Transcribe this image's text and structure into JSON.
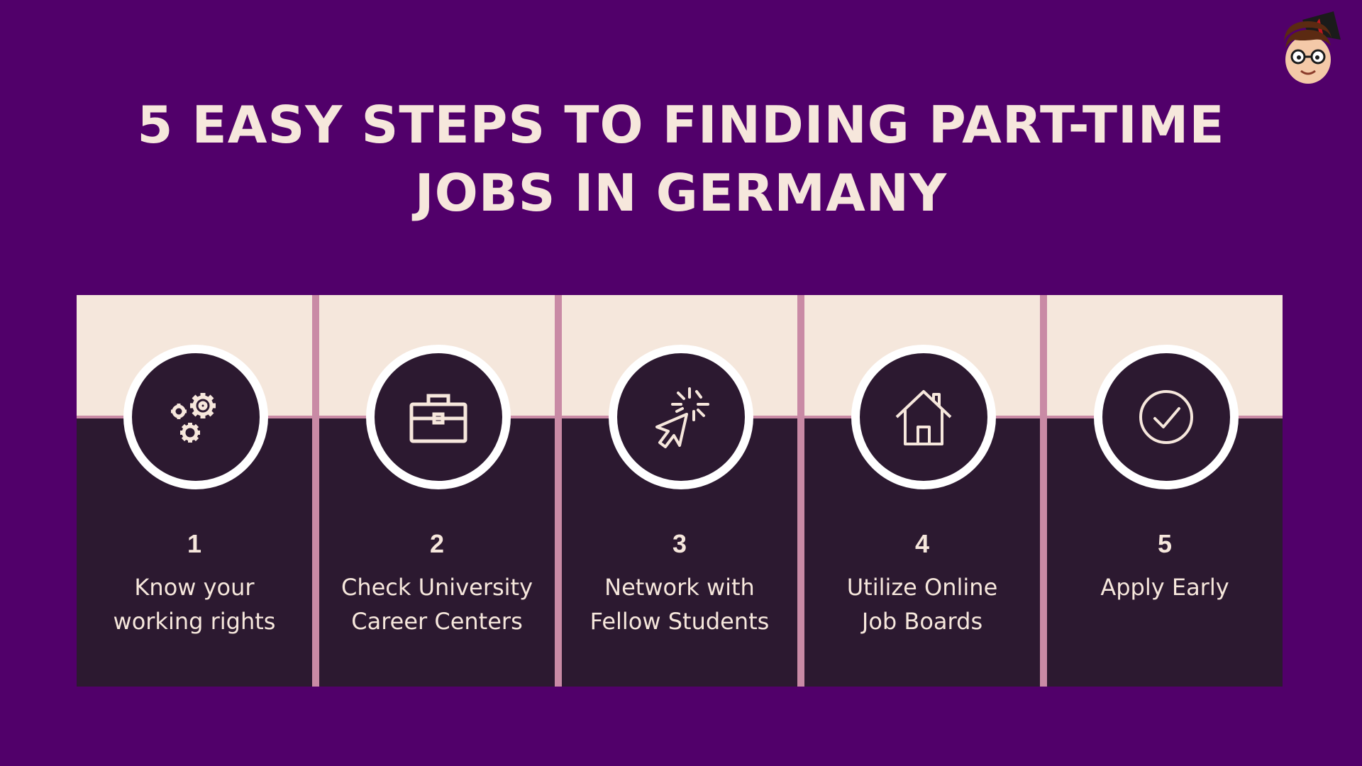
{
  "title": {
    "line1": "5 EASY STEPS TO FINDING PART-TIME",
    "line2": "JOBS IN GERMANY"
  },
  "logo": {
    "icon": "student-mascot-icon"
  },
  "colors": {
    "background": "#51006a",
    "panel_light": "#f5e7dc",
    "panel_dark": "#2c1930",
    "divider": "#c98aa5",
    "text": "#f6e7dc"
  },
  "steps": [
    {
      "number": "1",
      "line1": "Know your",
      "line2": "working rights",
      "icon": "gears-icon"
    },
    {
      "number": "2",
      "line1": "Check University",
      "line2": "Career Centers",
      "icon": "briefcase-icon"
    },
    {
      "number": "3",
      "line1": "Network with",
      "line2": "Fellow Students",
      "icon": "cursor-click-icon"
    },
    {
      "number": "4",
      "line1": "Utilize Online",
      "line2": "Job Boards",
      "icon": "house-icon"
    },
    {
      "number": "5",
      "line1": "Apply Early",
      "line2": "",
      "icon": "check-circle-icon"
    }
  ]
}
